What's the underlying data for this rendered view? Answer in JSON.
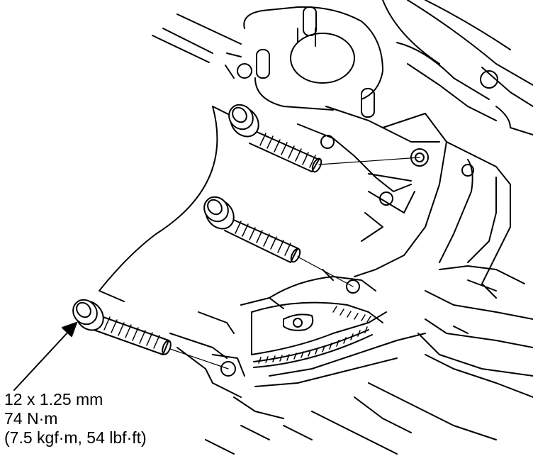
{
  "callout": {
    "size": "12 x 1.25 mm",
    "torque_nm": "74 N·m",
    "torque_alt": "(7.5 kgf·m, 54 lbf·ft)"
  },
  "colors": {
    "line": "#000000",
    "fill": "#ffffff"
  }
}
